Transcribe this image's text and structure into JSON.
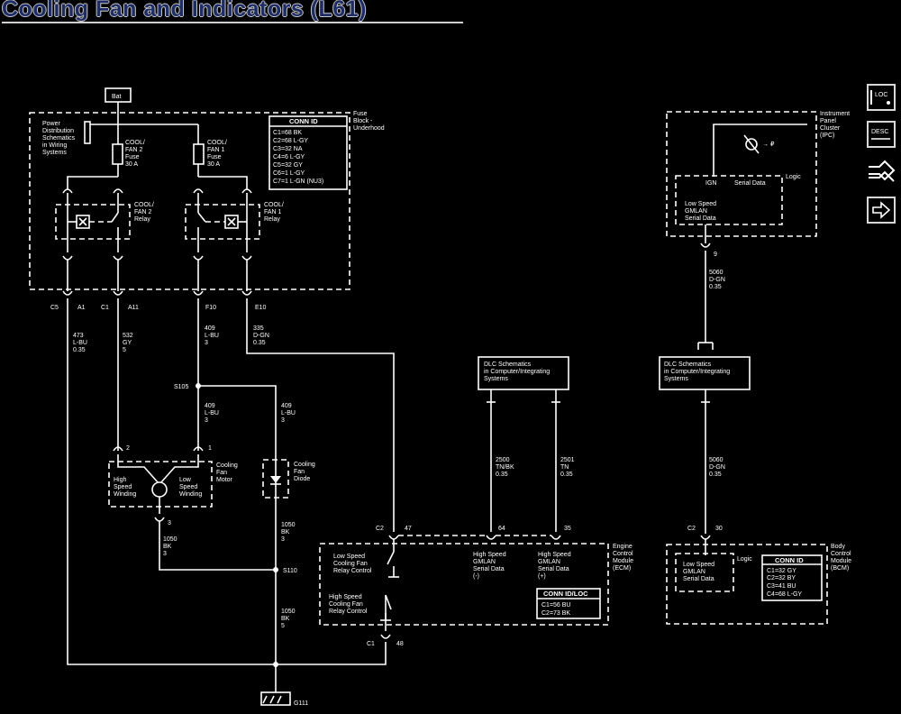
{
  "title": "Cooling Fan and Indicators (L61)",
  "battery": "Bat",
  "fuse_block": {
    "label": [
      "Fuse",
      "Block -",
      "Underhood"
    ],
    "power_ref": [
      "Power",
      "Distribution",
      "Schematics",
      "in Wiring",
      "Systems"
    ],
    "fuse2": [
      "COOL/",
      "FAN 2",
      "Fuse",
      "30 A"
    ],
    "fuse1": [
      "COOL/",
      "FAN 1",
      "Fuse",
      "30 A"
    ],
    "relay2": [
      "COOL/",
      "FAN 2",
      "Relay"
    ],
    "relay1": [
      "COOL/",
      "FAN 1",
      "Relay"
    ],
    "conn_id_header": "CONN ID",
    "conn_id_rows": [
      "C1=68 BK",
      "C2=68 L-GY",
      "C3=32 NA",
      "C4=6 L-GY",
      "C5=32 GY",
      "C6=1 L-GY",
      "C7=1 L-GN (NU3)"
    ],
    "pins": [
      "C5",
      "A1",
      "C1",
      "A11",
      "F10",
      "E10"
    ]
  },
  "wires": {
    "w473": [
      "473",
      "L-BU",
      "0.35"
    ],
    "w532": [
      "532",
      "GY",
      "5"
    ],
    "w409a": [
      "409",
      "L-BU",
      "3"
    ],
    "w335": [
      "335",
      "D-GN",
      "0.35"
    ],
    "w409b": [
      "409",
      "L-BU",
      "3"
    ],
    "w409c": [
      "409",
      "L-BU",
      "3"
    ],
    "w1050a": [
      "1050",
      "BK",
      "3"
    ],
    "w1050b": [
      "1050",
      "BK",
      "3"
    ],
    "w1050c": [
      "1050",
      "BK",
      "5"
    ],
    "w2500": [
      "2500",
      "TN/BK",
      "0.35"
    ],
    "w2501": [
      "2501",
      "TN",
      "0.35"
    ],
    "w5060a": [
      "5060",
      "D-GN",
      "0.35"
    ],
    "w5060b": [
      "5060",
      "D-GN",
      "0.35"
    ]
  },
  "splices": {
    "s105": "S105",
    "s110": "S110",
    "ground": "G111"
  },
  "motor": {
    "label": [
      "Cooling",
      "Fan",
      "Motor"
    ],
    "high": [
      "High",
      "Speed",
      "Winding"
    ],
    "low": [
      "Low",
      "Speed",
      "Winding"
    ],
    "pins": [
      "2",
      "1",
      "3"
    ]
  },
  "diode": [
    "Cooling",
    "Fan",
    "Diode"
  ],
  "dlc_left": [
    "DLC Schematics",
    "in Computer/Integrating",
    "Systems"
  ],
  "dlc_right": [
    "DLC Schematics",
    "in Computer/Integrating",
    "Systems"
  ],
  "ecm": {
    "label": [
      "Engine",
      "Control",
      "Module",
      "(ECM)"
    ],
    "low_ctrl": [
      "Low Speed",
      "Cooling Fan",
      "Relay Control"
    ],
    "high_ctrl": [
      "High Speed",
      "Cooling Fan",
      "Relay Control"
    ],
    "gmlan_plus": [
      "High Speed",
      "GMLAN",
      "Serial Data",
      "(+)"
    ],
    "gmlan_minus": [
      "High Speed",
      "GMLAN",
      "Serial Data",
      "(-)"
    ],
    "conn_header": "CONN ID/LOC",
    "conn_rows": [
      "C1=56 BU",
      "C2=73 BK"
    ],
    "pins": [
      "C2",
      "47",
      "64",
      "35",
      "C1",
      "48"
    ]
  },
  "ipc": {
    "label": [
      "Instrument",
      "Panel",
      "Cluster",
      "(IPC)"
    ],
    "ign": "IGN",
    "serial": "Serial Data",
    "logic": "Logic",
    "gmlan": [
      "Low Speed",
      "GMLAN",
      "Serial Data"
    ],
    "pin": "9"
  },
  "bcm": {
    "label": [
      "Body",
      "Control",
      "Module",
      "(BCM)"
    ],
    "logic": "Logic",
    "gmlan": [
      "Low Speed",
      "GMLAN",
      "Serial Data"
    ],
    "conn_header": "CONN ID",
    "conn_rows": [
      "C1=32 GY",
      "C2=32 BY",
      "C3=41 BU",
      "C4=68 L-GY"
    ],
    "pins": [
      "C2",
      "30"
    ]
  },
  "nav": [
    "loc-button",
    "desc-button",
    "wiring-icon-button",
    "next-button"
  ],
  "nav_text": {
    "loc": "LOC",
    "desc": "DESC"
  }
}
